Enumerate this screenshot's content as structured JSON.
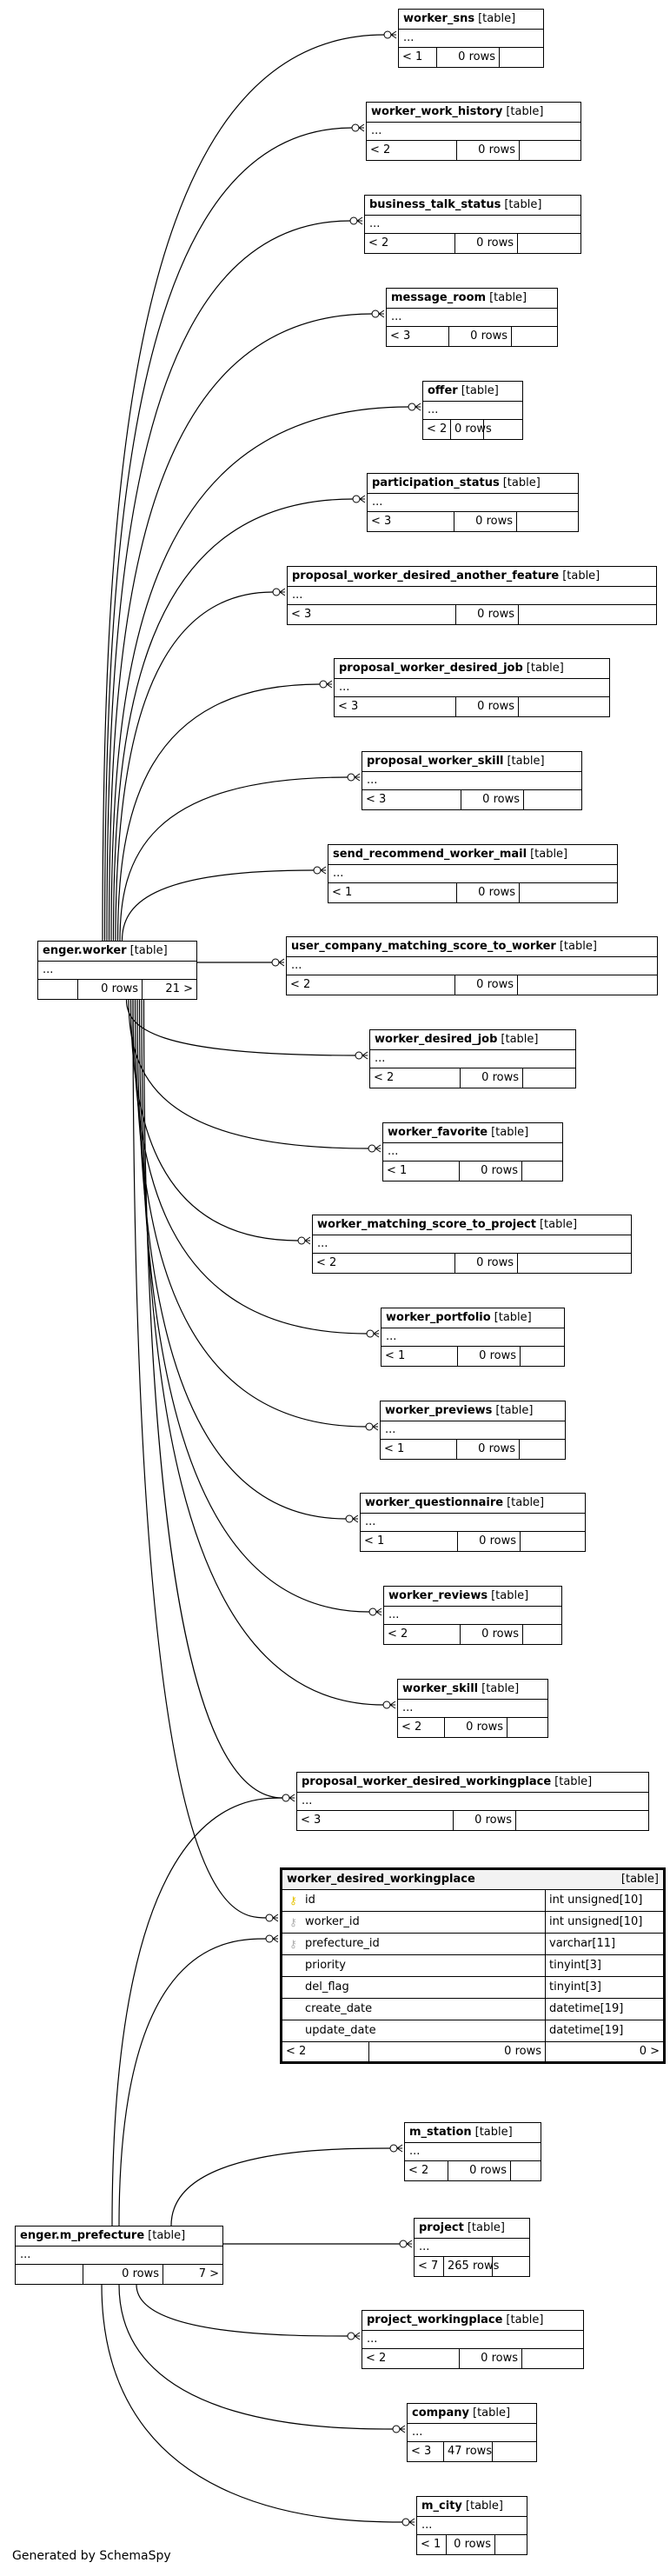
{
  "diagram": {
    "main_tables": {
      "worker": {
        "name": "enger.worker",
        "type": "[table]",
        "dots": "...",
        "cells": [
          "",
          "0 rows",
          "21 >"
        ]
      },
      "prefecture": {
        "name": "enger.m_prefecture",
        "type": "[table]",
        "dots": "...",
        "cells": [
          "",
          "0 rows",
          "7 >"
        ]
      }
    },
    "related_tables": [
      {
        "name": "worker_sns",
        "type": "[table]",
        "dots": "...",
        "cells": [
          "< 1",
          "0 rows",
          ""
        ]
      },
      {
        "name": "worker_work_history",
        "type": "[table]",
        "dots": "...",
        "cells": [
          "< 2",
          "0 rows",
          ""
        ]
      },
      {
        "name": "business_talk_status",
        "type": "[table]",
        "dots": "...",
        "cells": [
          "< 2",
          "0 rows",
          ""
        ]
      },
      {
        "name": "message_room",
        "type": "[table]",
        "dots": "...",
        "cells": [
          "< 3",
          "0 rows",
          ""
        ]
      },
      {
        "name": "offer",
        "type": "[table]",
        "dots": "...",
        "cells": [
          "< 2",
          "0 rows",
          ""
        ]
      },
      {
        "name": "participation_status",
        "type": "[table]",
        "dots": "...",
        "cells": [
          "< 3",
          "0 rows",
          ""
        ]
      },
      {
        "name": "proposal_worker_desired_another_feature",
        "type": "[table]",
        "dots": "...",
        "cells": [
          "< 3",
          "0 rows",
          ""
        ]
      },
      {
        "name": "proposal_worker_desired_job",
        "type": "[table]",
        "dots": "...",
        "cells": [
          "< 3",
          "0 rows",
          ""
        ]
      },
      {
        "name": "proposal_worker_skill",
        "type": "[table]",
        "dots": "...",
        "cells": [
          "< 3",
          "0 rows",
          ""
        ]
      },
      {
        "name": "send_recommend_worker_mail",
        "type": "[table]",
        "dots": "...",
        "cells": [
          "< 1",
          "0 rows",
          ""
        ]
      },
      {
        "name": "user_company_matching_score_to_worker",
        "type": "[table]",
        "dots": "...",
        "cells": [
          "< 2",
          "0 rows",
          ""
        ]
      },
      {
        "name": "worker_desired_job",
        "type": "[table]",
        "dots": "...",
        "cells": [
          "< 2",
          "0 rows",
          ""
        ]
      },
      {
        "name": "worker_favorite",
        "type": "[table]",
        "dots": "...",
        "cells": [
          "< 1",
          "0 rows",
          ""
        ]
      },
      {
        "name": "worker_matching_score_to_project",
        "type": "[table]",
        "dots": "...",
        "cells": [
          "< 2",
          "0 rows",
          ""
        ]
      },
      {
        "name": "worker_portfolio",
        "type": "[table]",
        "dots": "...",
        "cells": [
          "< 1",
          "0 rows",
          ""
        ]
      },
      {
        "name": "worker_previews",
        "type": "[table]",
        "dots": "...",
        "cells": [
          "< 1",
          "0 rows",
          ""
        ]
      },
      {
        "name": "worker_questionnaire",
        "type": "[table]",
        "dots": "...",
        "cells": [
          "< 1",
          "0 rows",
          ""
        ]
      },
      {
        "name": "worker_reviews",
        "type": "[table]",
        "dots": "...",
        "cells": [
          "< 2",
          "0 rows",
          ""
        ]
      },
      {
        "name": "worker_skill",
        "type": "[table]",
        "dots": "...",
        "cells": [
          "< 2",
          "0 rows",
          ""
        ]
      },
      {
        "name": "proposal_worker_desired_workingplace",
        "type": "[table]",
        "dots": "...",
        "cells": [
          "< 3",
          "0 rows",
          ""
        ]
      },
      {
        "name": "m_station",
        "type": "[table]",
        "dots": "...",
        "cells": [
          "< 2",
          "0 rows",
          ""
        ]
      },
      {
        "name": "project",
        "type": "[table]",
        "dots": "...",
        "cells": [
          "< 7",
          "265 rows",
          ""
        ]
      },
      {
        "name": "project_workingplace",
        "type": "[table]",
        "dots": "...",
        "cells": [
          "< 2",
          "0 rows",
          ""
        ]
      },
      {
        "name": "company",
        "type": "[table]",
        "dots": "...",
        "cells": [
          "< 3",
          "47 rows",
          ""
        ]
      },
      {
        "name": "m_city",
        "type": "[table]",
        "dots": "...",
        "cells": [
          "< 1",
          "0 rows",
          ""
        ]
      }
    ],
    "focus_table": {
      "name": "worker_desired_workingplace",
      "type": "[table]",
      "columns": [
        {
          "key": "pk",
          "key_icon": "key-icon",
          "name": "id",
          "type": "int unsigned[10]"
        },
        {
          "key": "fk",
          "key_icon": "key-icon",
          "name": "worker_id",
          "type": "int unsigned[10]"
        },
        {
          "key": "fk",
          "key_icon": "key-icon",
          "name": "prefecture_id",
          "type": "varchar[11]"
        },
        {
          "key": "",
          "key_icon": "",
          "name": "priority",
          "type": "tinyint[3]"
        },
        {
          "key": "",
          "key_icon": "",
          "name": "del_flag",
          "type": "tinyint[3]"
        },
        {
          "key": "",
          "key_icon": "",
          "name": "create_date",
          "type": "datetime[19]"
        },
        {
          "key": "",
          "key_icon": "",
          "name": "update_date",
          "type": "datetime[19]"
        }
      ],
      "footer": [
        "< 2",
        "0 rows",
        "0 >"
      ]
    },
    "colors": {
      "line": "#000000",
      "pk_key": "#e6c200",
      "fk_key": "#b0b0b0",
      "header_bg": "#f2f2f2"
    }
  },
  "credit": "Generated by SchemaSpy"
}
